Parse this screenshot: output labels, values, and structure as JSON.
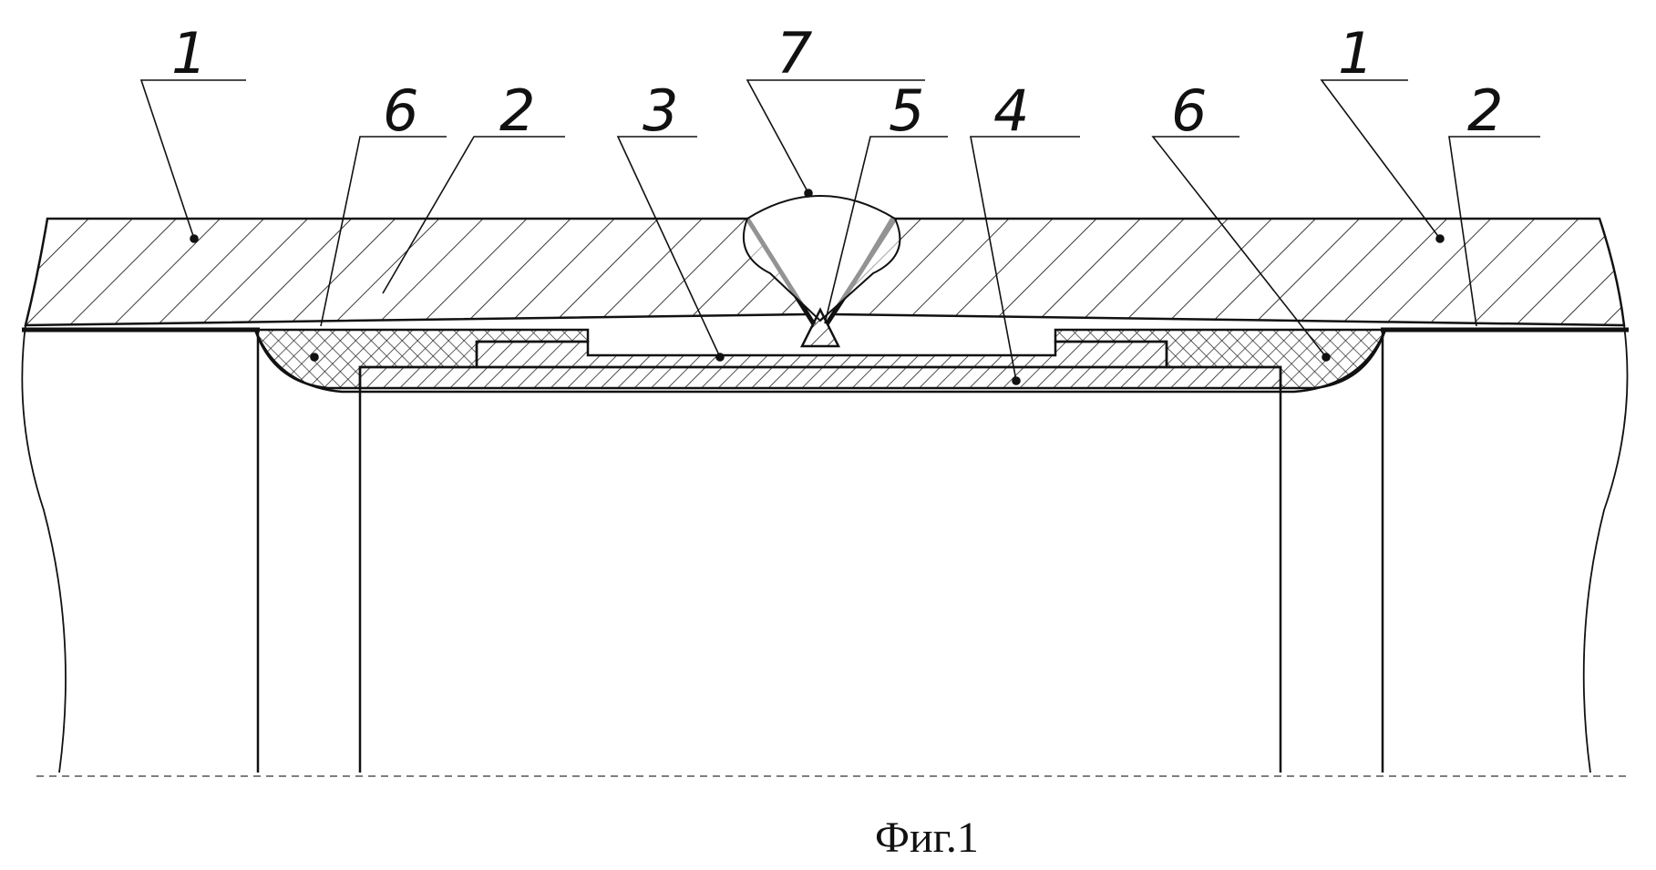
{
  "figure": {
    "caption": "Фиг.1",
    "reference_labels": {
      "pipe_left": "1",
      "pipe_right": "1",
      "coating_left": "2",
      "coating_right": "2",
      "sleeve": "3",
      "inner_insert": "4",
      "root_weld": "5",
      "sealant_left": "6",
      "sealant_right": "6",
      "weld_cap": "7"
    }
  }
}
